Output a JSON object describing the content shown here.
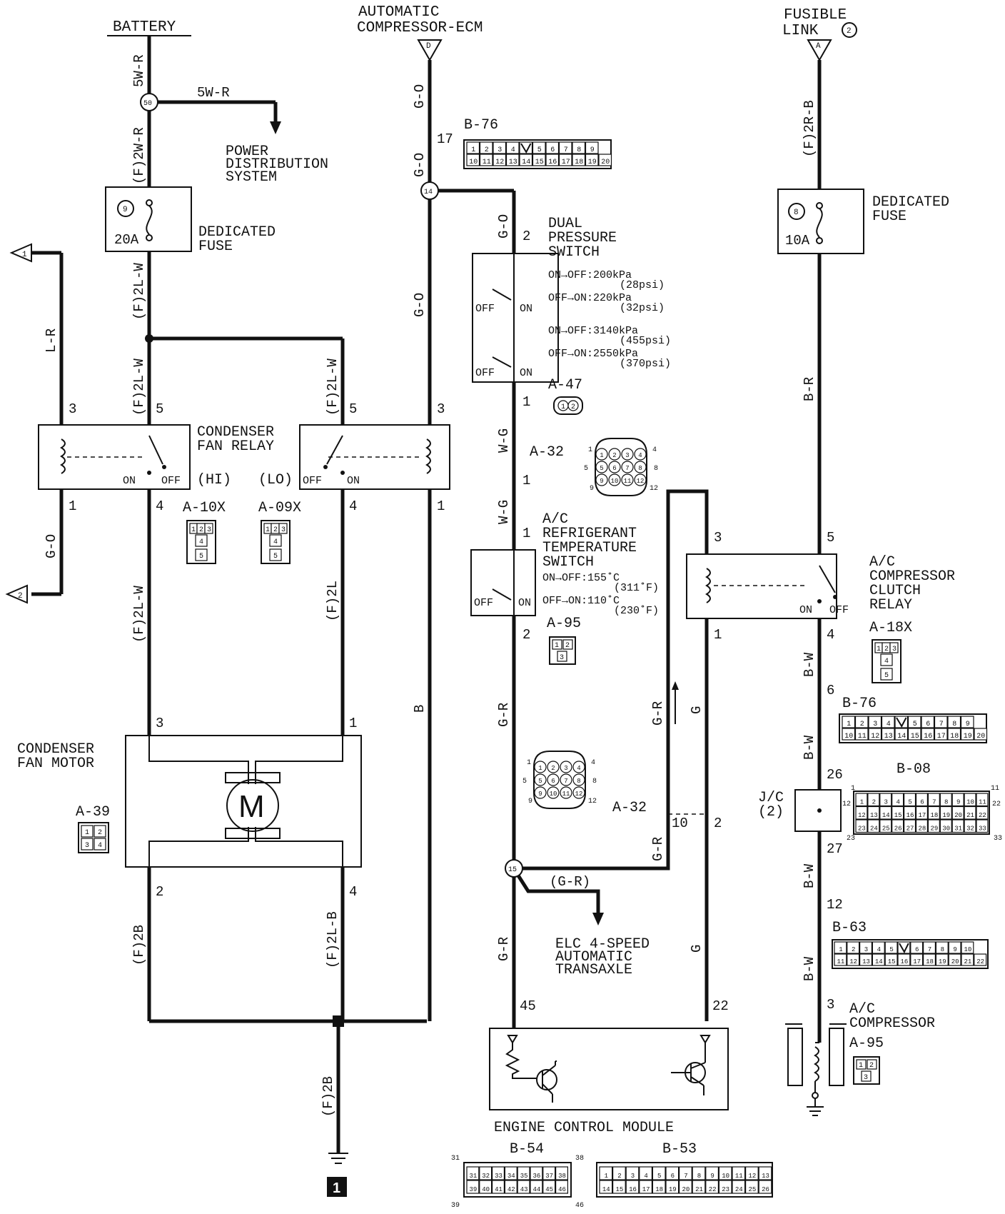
{
  "top": {
    "battery": "BATTERY",
    "ecm_1": "AUTOMATIC",
    "ecm_2": "COMPRESSOR-ECM",
    "ecm_tag": "D",
    "fusible_1": "FUSIBLE",
    "fusible_2": "LINK",
    "fusible_num": "2",
    "fusible_tag": "A"
  },
  "wires": {
    "w5wr": "5W-R",
    "w5wr_b": "5W-R",
    "f2wr": "(F)2W-R",
    "f2lw_a": "(F)2L-W",
    "f2lw_b": "(F)2L-W",
    "f2lw_c": "(F)2L-W",
    "lr": "L-R",
    "go_left": "G-O",
    "f2lw_d": "(F)2L-W",
    "f2l": "(F)2L",
    "f2b_a": "(F)2B",
    "f2lb": "(F)2L-B",
    "f2b_b": "(F)2B",
    "go_1": "G-O",
    "go_2": "G-O",
    "go_3": "G-O",
    "go_4": "G-O",
    "b": "B",
    "wg_1": "W-G",
    "wg_2": "W-G",
    "gr_1": "G-R",
    "gr_2": "G-R",
    "gr_3": "G-R",
    "gr_4": "G-R",
    "gr_paren": "(G-R)",
    "g_1": "G",
    "g_2": "G",
    "f2rb": "(F)2R-B",
    "br": "B-R",
    "bw_1": "B-W",
    "bw_2": "B-W",
    "bw_3": "B-W",
    "bw_4": "B-W"
  },
  "labels": {
    "power_1": "POWER",
    "power_2": "DISTRIBUTION",
    "power_3": "SYSTEM",
    "ded_fuse_1": "DEDICATED",
    "ded_fuse_2": "FUSE",
    "ded_fuse_r1": "DEDICATED",
    "ded_fuse_r2": "FUSE",
    "fuse9_num": "9",
    "fuse9_amp": "20A",
    "fuse8_num": "8",
    "fuse8_amp": "10A",
    "cfr_1": "CONDENSER",
    "cfr_2": "FAN RELAY",
    "hi": "(HI)",
    "lo": "(LO)",
    "on_l": "ON",
    "off_l": "OFF",
    "off_r": "OFF",
    "on_r": "ON",
    "cfm_1": "CONDENSER",
    "cfm_2": "FAN MOTOR",
    "motor": "M",
    "dps_1": "DUAL",
    "dps_2": "PRESSURE",
    "dps_3": "SWITCH",
    "dps_s1": "ON→OFF:200kPa",
    "dps_s2": "(28psi)",
    "dps_s3": "OFF→ON:220kPa",
    "dps_s4": "(32psi)",
    "dps_s5": "ON→OFF:3140kPa",
    "dps_s6": "(455psi)",
    "dps_s7": "OFF→ON:2550kPa",
    "dps_s8": "(370psi)",
    "dps_off1": "OFF",
    "dps_on1": "ON",
    "dps_off2": "OFF",
    "dps_on2": "ON",
    "acrt_1": "A/C",
    "acrt_2": "REFRIGERANT",
    "acrt_3": "TEMPERATURE",
    "acrt_4": "SWITCH",
    "acrt_s1": "ON→OFF:155˚C",
    "acrt_s2": "(311˚F)",
    "acrt_s3": "OFF→ON:110˚C",
    "acrt_s4": "(230˚F)",
    "acrt_off": "OFF",
    "acrt_on": "ON",
    "elc_1": "ELC 4-SPEED",
    "elc_2": "AUTOMATIC",
    "elc_3": "TRANSAXLE",
    "ecm": "ENGINE CONTROL MODULE",
    "accr_1": "A/C",
    "accr_2": "COMPRESSOR",
    "accr_3": "CLUTCH",
    "accr_4": "RELAY",
    "accr_on": "ON",
    "accr_off": "OFF",
    "jc_1": "J/C",
    "jc_2": "(2)",
    "comp_1": "A/C",
    "comp_2": "COMPRESSOR",
    "ground_num": "1"
  },
  "connectors": {
    "b76_a": "B-76",
    "b76_b": "B-76",
    "a47": "A-47",
    "a32_a": "A-32",
    "a32_b": "A-32",
    "a10x": "A-10X",
    "a09x": "A-09X",
    "a95_a": "A-95",
    "a95_b": "A-95",
    "a39": "A-39",
    "a18x": "A-18X",
    "b08": "B-08",
    "b63": "B-63",
    "b54": "B-54",
    "b53": "B-53"
  },
  "splices": {
    "s50": "50",
    "s14": "14",
    "s15": "15"
  },
  "pins": {
    "p17": "17",
    "p2_dps": "2",
    "p1_dps": "1",
    "p1_a32": "1",
    "p1_acrt": "1",
    "p2_acrt": "2",
    "p3_l": "3",
    "p5_l": "5",
    "p5_r": "5",
    "p3_r": "3",
    "p1_l": "1",
    "p4_l": "4",
    "p4_r": "4",
    "p1_r": "1",
    "p3_m": "3",
    "p1_m": "1",
    "p2_m": "2",
    "p4_m": "4",
    "p3_accr": "3",
    "p1_accr": "1",
    "p5_accr": "5",
    "p4_accr": "4",
    "p6": "6",
    "p26": "26",
    "p27": "27",
    "p12": "12",
    "p3_comp": "3",
    "p10": "10",
    "p2_ecm": "2",
    "p45": "45",
    "p22": "22",
    "arrow1": "1",
    "arrow2": "2"
  },
  "grids": {
    "b76_row1": [
      "1",
      "2",
      "3",
      "4",
      "",
      "5",
      "6",
      "7",
      "8",
      "9"
    ],
    "b76_row2": [
      "10",
      "11",
      "12",
      "13",
      "14",
      "15",
      "16",
      "17",
      "18",
      "19",
      "20"
    ],
    "b08_row1": [
      "1",
      "2",
      "3",
      "4",
      "5",
      "6",
      "7",
      "8",
      "9",
      "10",
      "11"
    ],
    "b08_row2": [
      "12",
      "13",
      "14",
      "15",
      "16",
      "17",
      "18",
      "19",
      "20",
      "21",
      "22"
    ],
    "b08_row3": [
      "23",
      "24",
      "25",
      "26",
      "27",
      "28",
      "29",
      "30",
      "31",
      "32",
      "33"
    ],
    "b08_edge": [
      "1",
      "11",
      "12",
      "22",
      "23",
      "33"
    ],
    "b63_row1": [
      "1",
      "2",
      "3",
      "4",
      "5",
      "",
      "6",
      "7",
      "8",
      "9",
      "10"
    ],
    "b63_row2": [
      "11",
      "12",
      "13",
      "14",
      "15",
      "16",
      "17",
      "18",
      "19",
      "20",
      "21",
      "22"
    ],
    "b54_row1": [
      "31",
      "32",
      "33",
      "34",
      "35",
      "36",
      "37",
      "38"
    ],
    "b54_row2": [
      "39",
      "40",
      "41",
      "42",
      "43",
      "44",
      "45",
      "46"
    ],
    "b54_edge": [
      "31",
      "38",
      "39",
      "46"
    ],
    "b53_row1": [
      "1",
      "2",
      "3",
      "4",
      "5",
      "6",
      "7",
      "8",
      "9",
      "10",
      "11",
      "12",
      "13"
    ],
    "b53_row2": [
      "14",
      "15",
      "16",
      "17",
      "18",
      "19",
      "20",
      "21",
      "22",
      "23",
      "24",
      "25",
      "26"
    ],
    "a32_pins": [
      "1",
      "2",
      "3",
      "4",
      "5",
      "6",
      "7",
      "8",
      "9",
      "10",
      "11",
      "12"
    ],
    "a32_edge": [
      "1",
      "4",
      "5",
      "8",
      "9",
      "12"
    ],
    "relay3": [
      "1",
      "2",
      "3",
      "4",
      "5"
    ],
    "a39_pins": [
      "1",
      "2",
      "3",
      "4"
    ],
    "a47_pins": [
      "1",
      "2"
    ],
    "a95_pins": [
      "1",
      "2",
      "3"
    ]
  }
}
